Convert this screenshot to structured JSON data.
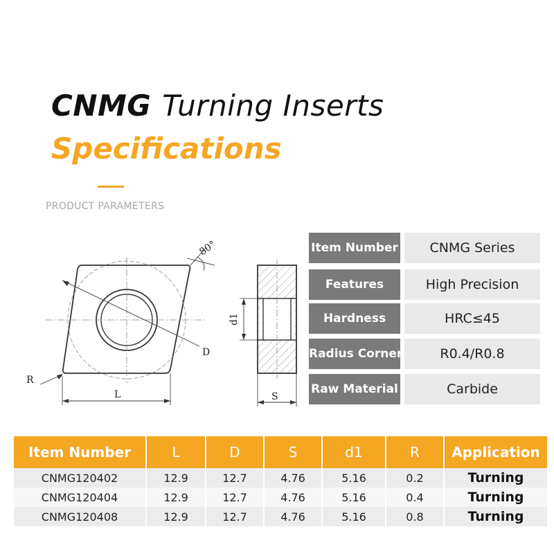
{
  "header": {
    "title_bold": "CNMG",
    "title_rest": "Turning Inserts",
    "subtitle": "Specifications",
    "section_label": "PRODUCT PARAMETERS"
  },
  "diagram": {
    "angle_label": "80°",
    "labels": {
      "R": "R",
      "L": "L",
      "D": "D",
      "d1": "d1",
      "S": "S"
    }
  },
  "specs": [
    {
      "key": "Item Number",
      "value": "CNMG Series"
    },
    {
      "key": "Features",
      "value": "High Precision"
    },
    {
      "key": "Hardness",
      "value": "HRC≤45"
    },
    {
      "key": "Radius Corner",
      "value": "R0.4/R0.8"
    },
    {
      "key": "Raw Material",
      "value": "Carbide"
    }
  ],
  "table": {
    "headers": [
      "Item Number",
      "L",
      "D",
      "S",
      "d1",
      "R",
      "Application"
    ],
    "rows": [
      [
        "CNMG120402",
        "12.9",
        "12.7",
        "4.76",
        "5.16",
        "0.2",
        "Turning"
      ],
      [
        "CNMG120404",
        "12.9",
        "12.7",
        "4.76",
        "5.16",
        "0.4",
        "Turning"
      ],
      [
        "CNMG120408",
        "12.9",
        "12.7",
        "4.76",
        "5.16",
        "0.8",
        "Turning"
      ]
    ]
  },
  "colors": {
    "accent": "#f5a623",
    "spec_key_bg": "#7a7a7a",
    "spec_val_bg": "#e9e9e9"
  }
}
